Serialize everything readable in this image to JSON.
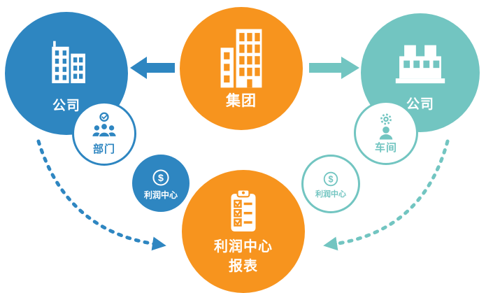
{
  "colors": {
    "orange": "#F7941E",
    "blue": "#2E86C1",
    "teal": "#72C5C1"
  },
  "nodes": {
    "group": {
      "label": "集团",
      "icon": "headquarters-building-icon"
    },
    "company_left": {
      "label": "公司",
      "icon": "office-buildings-icon"
    },
    "department": {
      "label": "部门",
      "icon": "team-check-icon"
    },
    "profit_center_left": {
      "label": "利润中心",
      "icon": "dollar-icon"
    },
    "company_right": {
      "label": "公司",
      "icon": "factory-icon"
    },
    "workshop": {
      "label": "车间",
      "icon": "worker-gear-icon"
    },
    "profit_center_right": {
      "label": "利润中心",
      "icon": "dollar-icon"
    },
    "report": {
      "line1": "利润中心",
      "line2": "报表",
      "icon": "clipboard-checklist-icon"
    }
  },
  "connections": [
    {
      "from": "group",
      "to": "company_left",
      "style": "solid-arrow",
      "color": "blue"
    },
    {
      "from": "group",
      "to": "company_right",
      "style": "solid-arrow",
      "color": "teal"
    },
    {
      "from": "company_left",
      "to": "department",
      "style": "chain"
    },
    {
      "from": "department",
      "to": "profit_center_left",
      "style": "chain"
    },
    {
      "from": "company_right",
      "to": "workshop",
      "style": "chain"
    },
    {
      "from": "workshop",
      "to": "profit_center_right",
      "style": "chain"
    },
    {
      "from": "company_left",
      "to": "report",
      "style": "dashed-arc-arrow",
      "color": "blue"
    },
    {
      "from": "company_right",
      "to": "report",
      "style": "dashed-arc-arrow",
      "color": "teal"
    }
  ]
}
